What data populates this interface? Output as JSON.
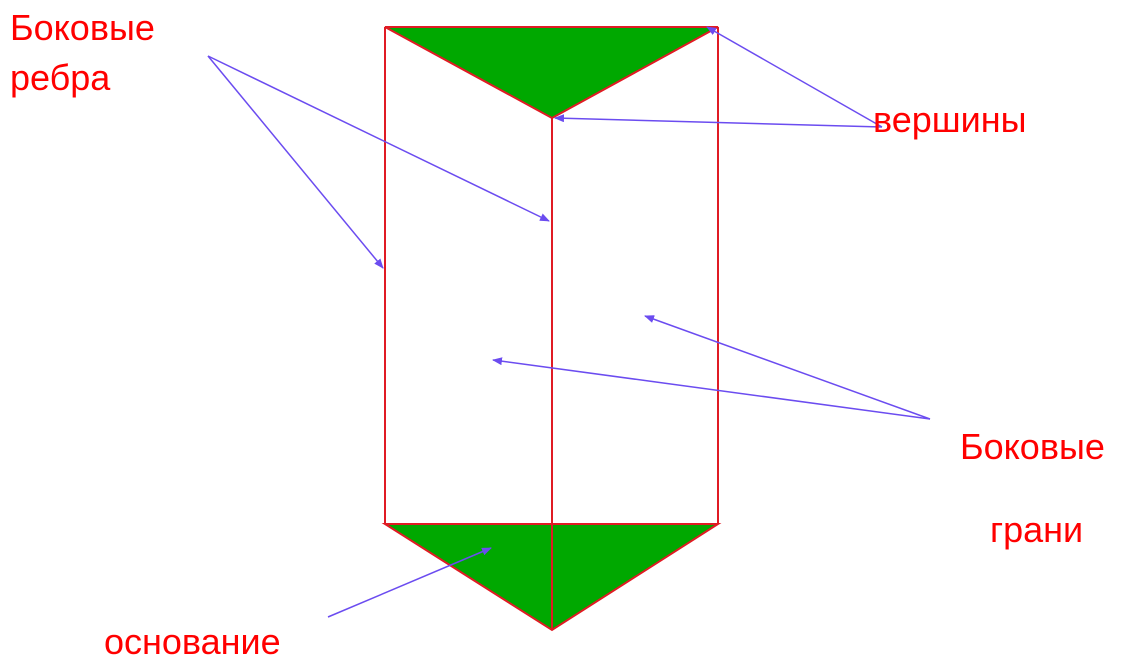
{
  "colors": {
    "edge": "#e01b24",
    "fill": "#00a800",
    "arrow": "#6b4cf0",
    "label": "#ff0000",
    "background": "#ffffff"
  },
  "labels": {
    "lateral_edges_line1": "Боковые",
    "lateral_edges_line2": "ребра",
    "vertices": "вершины",
    "lateral_faces_line1": "Боковые",
    "lateral_faces_line2": "грани",
    "base": "основание"
  }
}
